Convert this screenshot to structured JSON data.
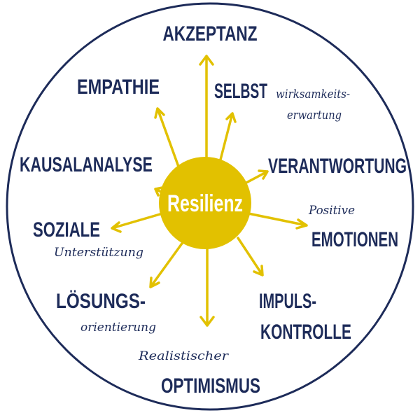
{
  "center": "Resilienz",
  "colors": {
    "accent": "#e2c100",
    "text": "#1d2b59"
  },
  "items": [
    {
      "title": "AKZEPTANZ"
    },
    {
      "title": "SELBST",
      "sub": "wirksamkeits-",
      "sub2": "erwartung"
    },
    {
      "title": "VERANTWORTUNG"
    },
    {
      "pre": "Positive",
      "title": "EMOTIONEN"
    },
    {
      "title": "IMPULS-",
      "title2": "KONTROLLE"
    },
    {
      "pre": "Realistischer",
      "title": "OPTIMISMUS"
    },
    {
      "title": "LÖSUNGS-",
      "sub": "orientierung"
    },
    {
      "title": "SOZIALE",
      "sub": "Unterstützung"
    },
    {
      "title": "KAUSALANALYSE"
    },
    {
      "title": "EMPATHIE"
    }
  ]
}
